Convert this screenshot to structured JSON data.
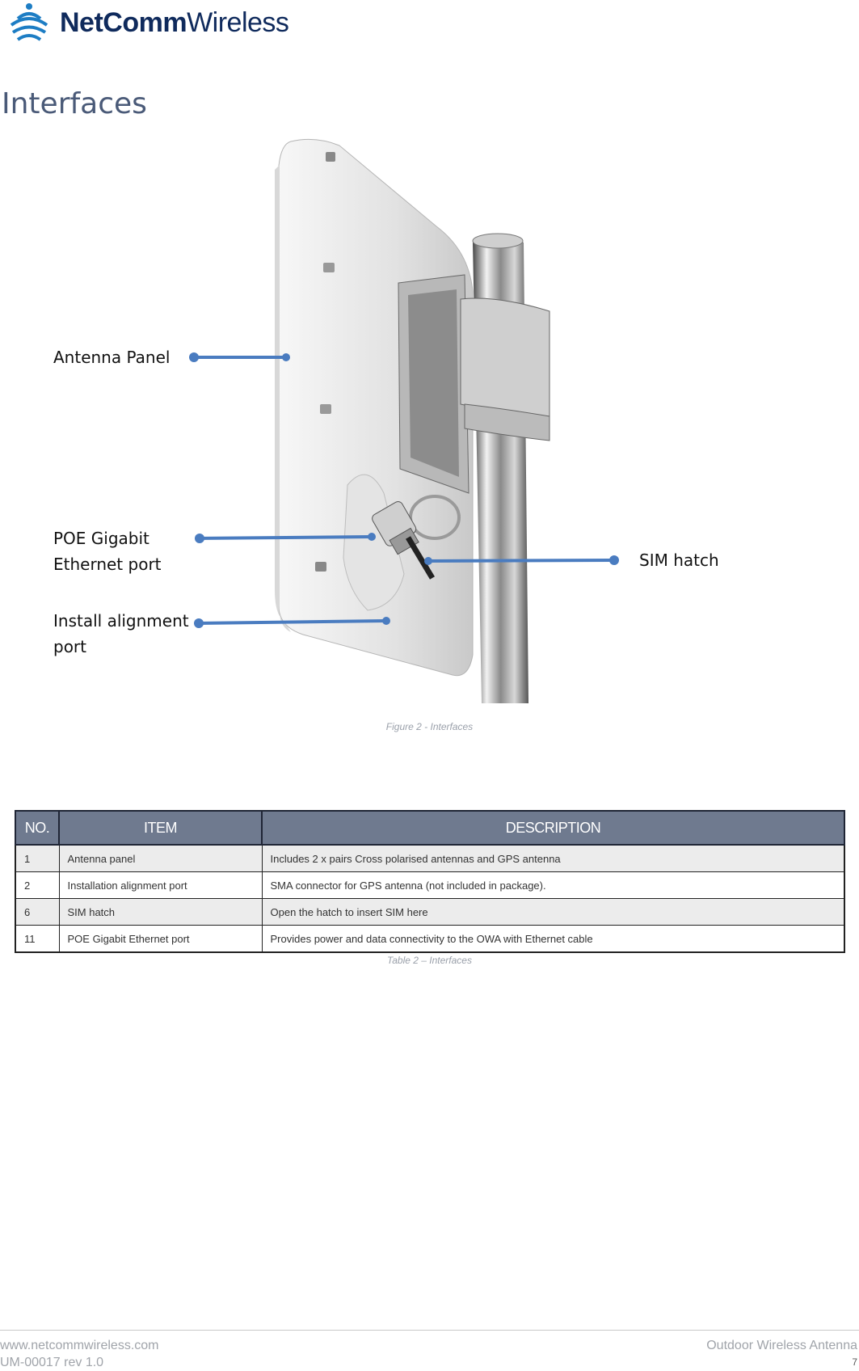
{
  "header": {
    "brand_bold": "NetComm",
    "brand_regular": "Wireless"
  },
  "page_title": "Interfaces",
  "figure": {
    "callouts": {
      "antenna_panel": "Antenna Panel",
      "poe_line1": "POE Gigabit",
      "poe_line2": "Ethernet port",
      "install_line1": "Install alignment",
      "install_line2": "port",
      "sim_hatch": "SIM hatch"
    },
    "caption": "Figure 2 - Interfaces",
    "callout_color": "#4a7cc0"
  },
  "table": {
    "headers": [
      "NO.",
      "ITEM",
      "DESCRIPTION"
    ],
    "rows": [
      {
        "no": "1",
        "item": "Antenna panel",
        "description": "Includes 2 x pairs Cross polarised antennas and GPS antenna"
      },
      {
        "no": "2",
        "item": "Installation alignment port",
        "description": "SMA connector for GPS antenna (not included in package)."
      },
      {
        "no": "6",
        "item": "SIM hatch",
        "description": "Open the hatch to insert SIM here"
      },
      {
        "no": "11",
        "item": "POE Gigabit Ethernet port",
        "description": "Provides power and data connectivity to the OWA with Ethernet cable"
      }
    ],
    "caption": "Table 2 – Interfaces",
    "header_color": "#6f7a8f"
  },
  "footer": {
    "website": "www.netcommwireless.com",
    "doc_id": "UM-00017 rev 1.0",
    "product": "Outdoor Wireless Antenna",
    "page_number": "7"
  }
}
